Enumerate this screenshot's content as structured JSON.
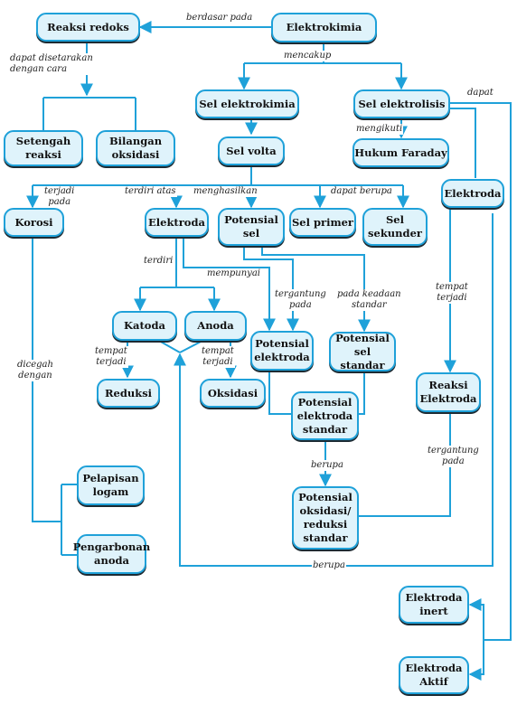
{
  "colors": {
    "line": "#1fa1d9",
    "node_fill": "#dff3fb",
    "node_border": "#1fa1d9",
    "shadow": "#1d2b33"
  },
  "nodes": {
    "reaksi_redoks": "Reaksi redoks",
    "elektrokimia": "Elektrokimia",
    "setengah_reaksi": "Setengah\nreaksi",
    "bilangan_oksidasi": "Bilangan\noksidasi",
    "sel_elektrokimia": "Sel elektrokimia",
    "sel_elektrolisis": "Sel elektrolisis",
    "sel_volta": "Sel volta",
    "hukum_faraday": "Hukum Faraday",
    "elektroda_kanan": "Elektroda",
    "korosi": "Korosi",
    "elektroda": "Elektroda",
    "potensial_sel": "Potensial\nsel",
    "sel_primer": "Sel primer",
    "sel_sekunder": "Sel\nsekunder",
    "katoda": "Katoda",
    "anoda": "Anoda",
    "potensial_elektroda": "Potensial\nelektroda",
    "potensial_sel_standar": "Potensial\nsel standar",
    "reduksi": "Reduksi",
    "oksidasi": "Oksidasi",
    "potensial_elektroda_standar": "Potensial\nelektroda\nstandar",
    "reaksi_elektroda": "Reaksi\nElektroda",
    "pelapisan_logam": "Pelapisan\nlogam",
    "pengarbonan_anoda": "Pengarbonan\nanoda",
    "potensial_oksidasi_reduksi_standar": "Potensial\noksidasi/\nreduksi\nstandar",
    "elektroda_inert": "Elektroda\ninert",
    "elektroda_aktif": "Elektroda\nAktif"
  },
  "labels": {
    "berdasar_pada": "berdasar pada",
    "dapat_disetarakan": "dapat disetarakan\ndengan cara",
    "mencakup": "mencakup",
    "dapat": "dapat",
    "mengikuti": "mengikuti",
    "terjadi_pada": "terjadi\npada",
    "terdiri_atas": "terdiri atas",
    "menghasilkan": "menghasilkan",
    "dapat_berupa": "dapat berupa",
    "terdiri": "terdiri",
    "mempunyai": "mempunyai",
    "tergantung_pada_1": "tergantung\npada",
    "pada_keadaan_standar": "pada keadaan\nstandar",
    "tempat_terjadi_kanan": "tempat\nterjadi",
    "dicegah_dengan": "dicegah\ndengan",
    "tempat_terjadi_katoda": "tempat\nterjadi",
    "tempat_terjadi_anoda": "tempat\nterjadi",
    "tergantung_pada_2": "tergantung\npada",
    "berupa_1": "berupa",
    "berupa_2": "berupa"
  }
}
